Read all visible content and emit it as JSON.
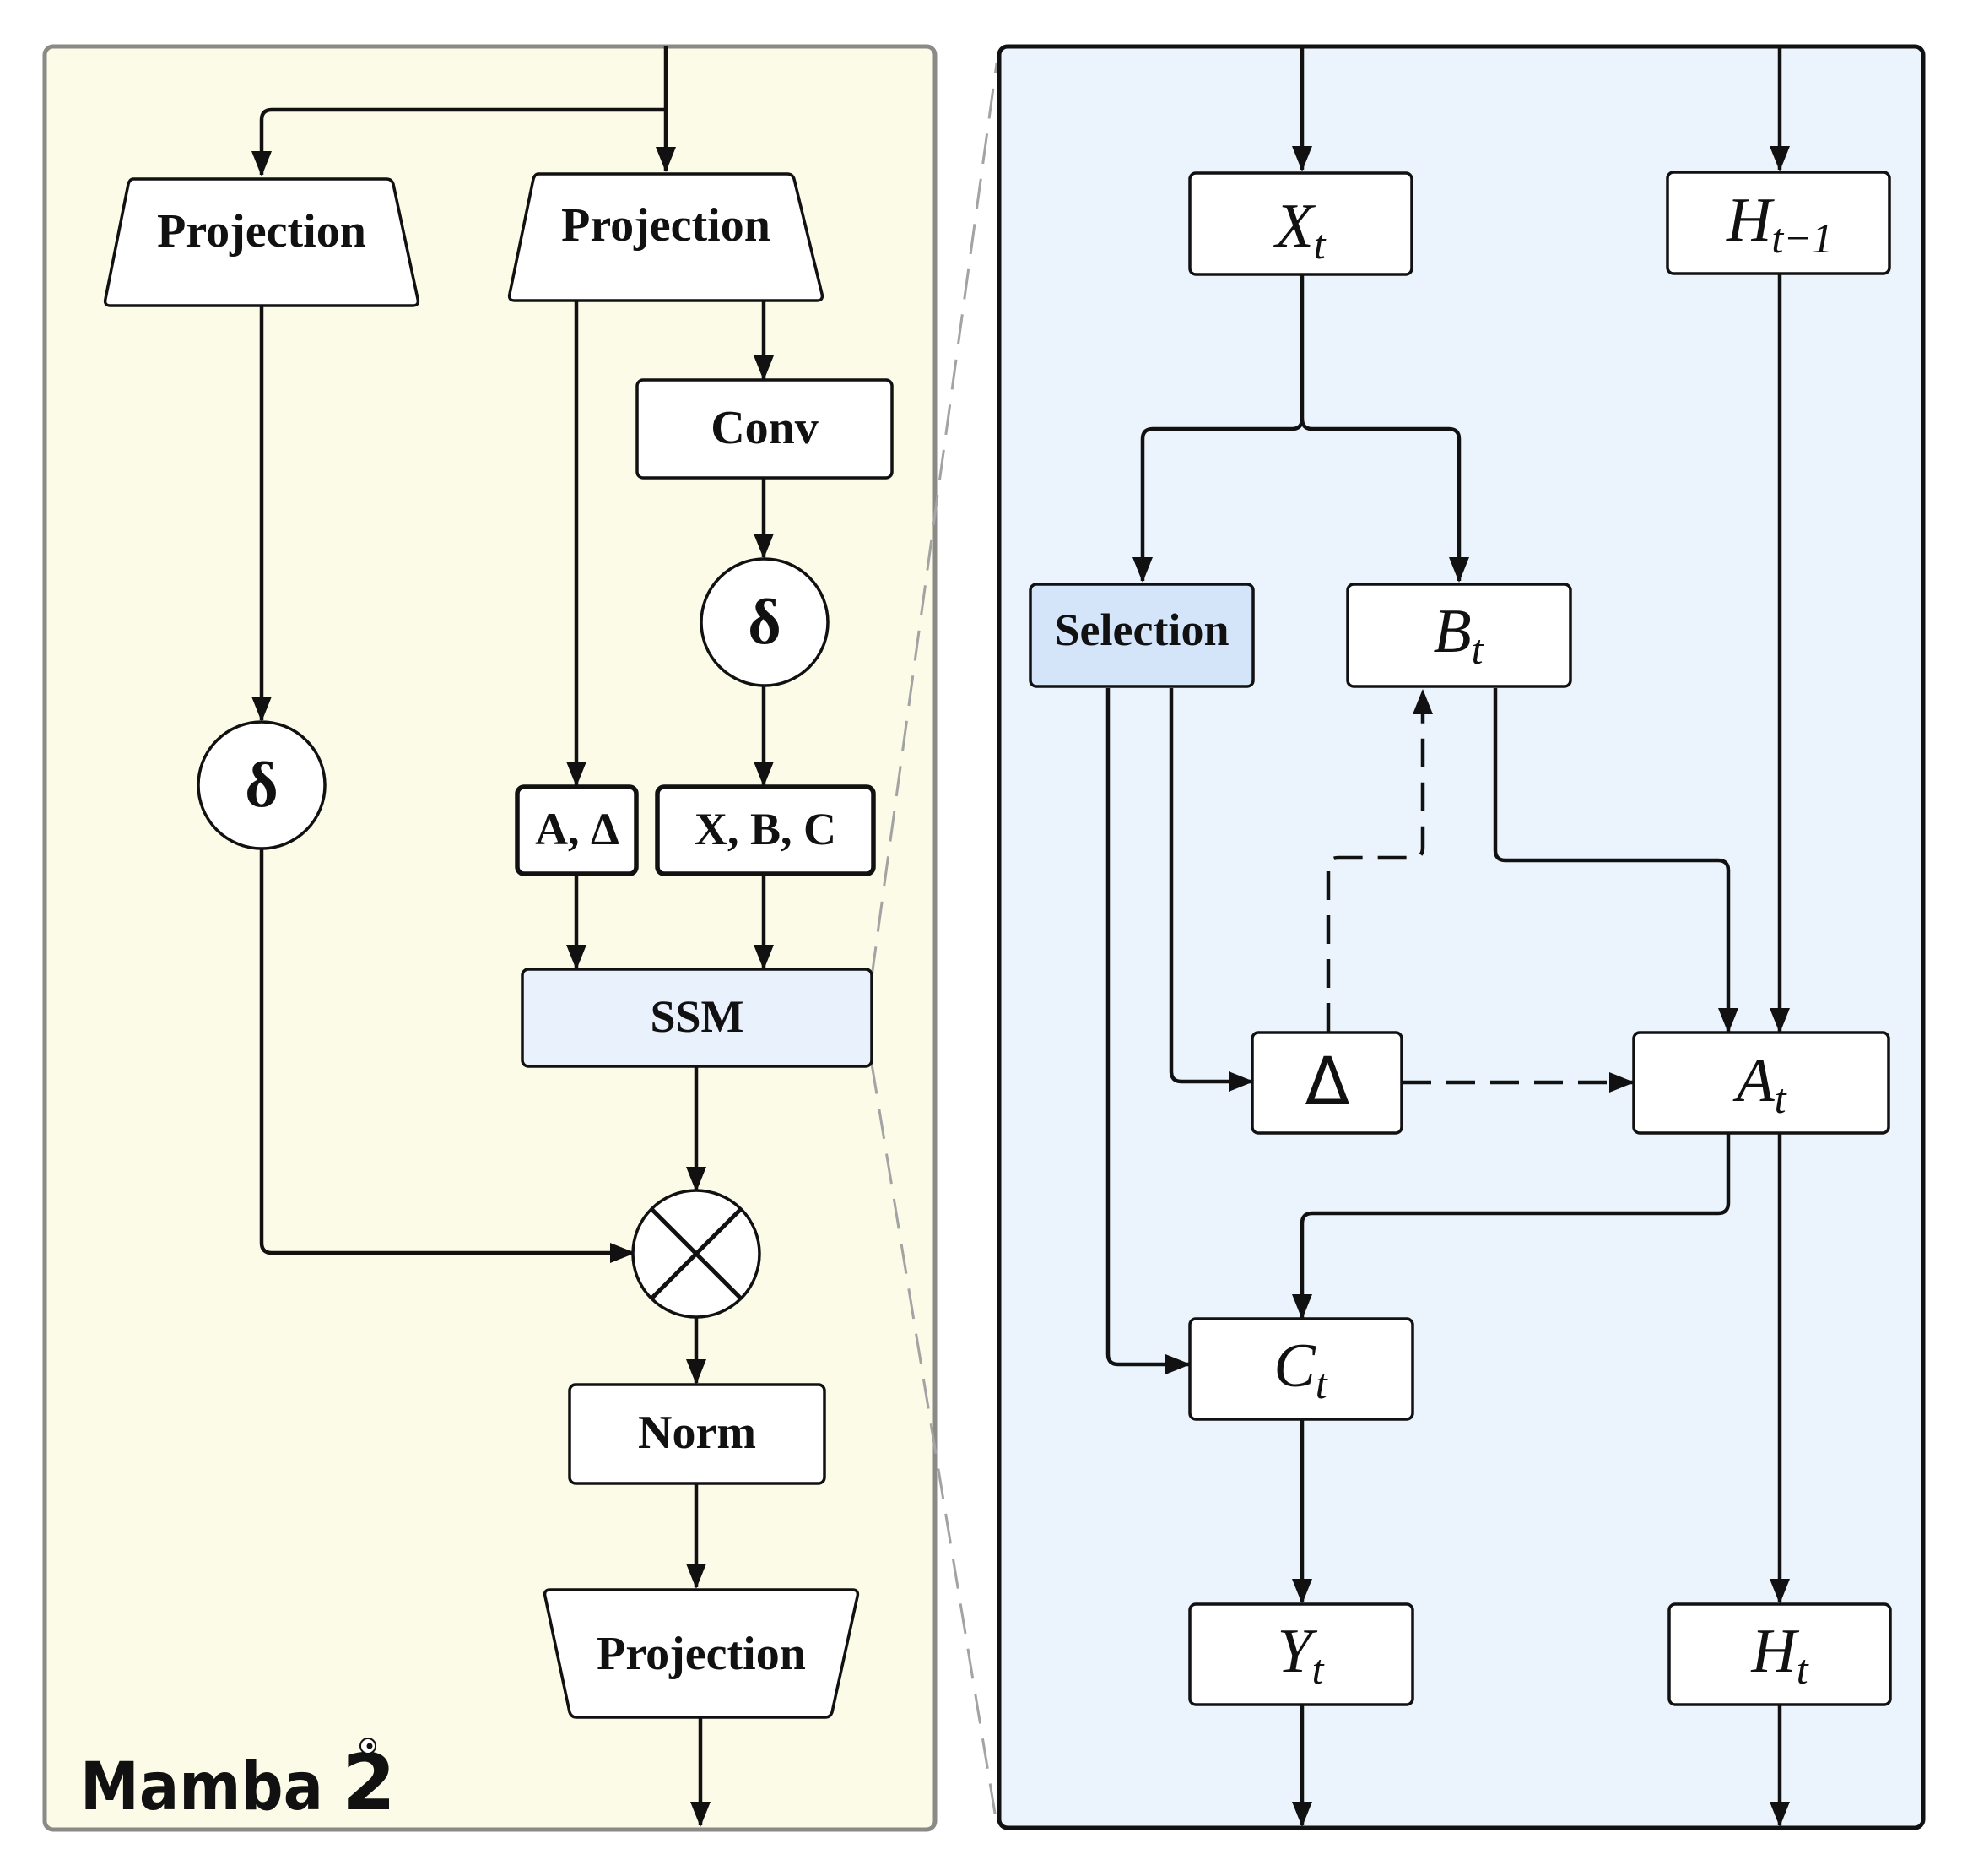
{
  "colors": {
    "left_panel_bg": "#fcfbe8",
    "left_panel_border": "#8a8a86",
    "right_panel_bg": "#ebf3fd",
    "right_panel_border": "#111111",
    "highlight_box_fill": "#d4e5fa",
    "ssm_box_fill": "#e9f2fc",
    "zoom_line": "#a3a3a3",
    "stroke": "#111111"
  },
  "left_panel": {
    "projection_left": "Projection",
    "projection_right": "Projection",
    "conv": "Conv",
    "activation_left": "δ",
    "activation_right": "δ",
    "a_delta": "A, Δ",
    "xbc": "X, B, C",
    "ssm": "SSM",
    "multiply_icon": "circled-times-icon",
    "norm": "Norm",
    "projection_out": "Projection",
    "logo_text": "Mamba",
    "logo_number": "2",
    "logo_icon": "snake-icon"
  },
  "right_panel": {
    "x_t": {
      "main": "X",
      "sub": "t"
    },
    "h_prev": {
      "main": "H",
      "sub": "t−1"
    },
    "selection": "Selection",
    "b_t": {
      "main": "B",
      "sub": "t"
    },
    "delta": "Δ",
    "a_t": {
      "main": "A",
      "sub": "t"
    },
    "c_t": {
      "main": "C",
      "sub": "t"
    },
    "y_t": {
      "main": "Y",
      "sub": "t"
    },
    "h_t": {
      "main": "H",
      "sub": "t"
    }
  }
}
